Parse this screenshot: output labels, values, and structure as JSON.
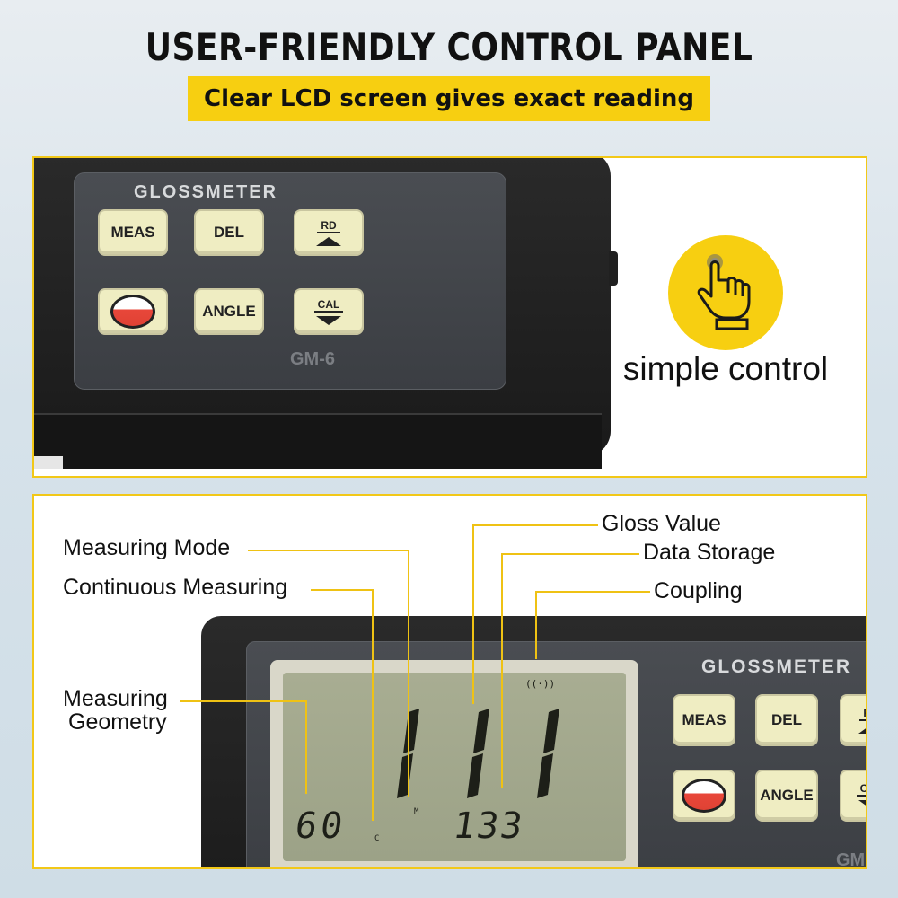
{
  "headline": "USER-FRIENDLY CONTROL PANEL",
  "subheadline": "Clear LCD screen gives exact reading",
  "device": {
    "brand_title": "GLOSSMETER",
    "model": "GM-6",
    "keys": {
      "meas": "MEAS",
      "del": "DEL",
      "rd": "RD",
      "angle": "ANGLE",
      "cal": "CAL"
    },
    "lcd": {
      "gloss_value": "111",
      "geometry": "60",
      "continuous_indicator": "C",
      "mode_indicator": "M",
      "storage_count": "133",
      "coupling_indicator": "((·))"
    }
  },
  "feature": {
    "label": "simple control",
    "icon": "pointing-hand-icon"
  },
  "callouts": {
    "gloss_value": "Gloss Value",
    "data_storage": "Data Storage",
    "coupling": "Coupling",
    "measuring_mode": "Measuring Mode",
    "continuous_measuring": "Continuous Measuring",
    "measuring_geometry_line1": "Measuring",
    "measuring_geometry_line2": "Geometry"
  },
  "colors": {
    "accent_yellow": "#f7cf11",
    "power_red": "#e04234",
    "key_cream": "#efedc2",
    "lcd_green": "#a8ad92"
  }
}
